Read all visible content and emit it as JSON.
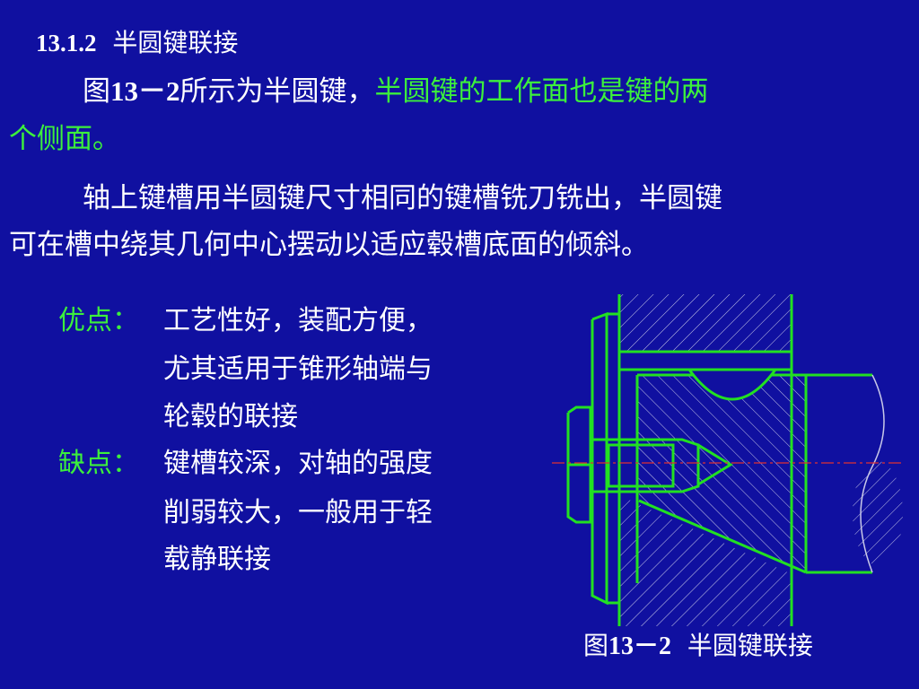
{
  "heading": {
    "number": "13.1.2",
    "title": "半圆键联接"
  },
  "para1": {
    "line1_prefix": "图",
    "line1_fig": "13－2",
    "line1_plain": "所示为半圆键，",
    "line1_green": "半圆键的工作面也是键的两",
    "line2_green": "个侧面。"
  },
  "para2": {
    "line1": "轴上键槽用半圆键尺寸相同的键槽铣刀铣出，半圆键",
    "line2": "可在槽中绕其几何中心摆动以适应毂槽底面的倾斜。"
  },
  "advantages": {
    "label": "优点：",
    "lines": [
      "工艺性好，装配方便，",
      "尤其适用于锥形轴端与",
      "轮毂的联接"
    ]
  },
  "disadvantages": {
    "label": "缺点：",
    "lines": [
      "键槽较深，对轴的强度",
      "削弱较大，一般用于轻",
      "载静联接"
    ]
  },
  "figure": {
    "caption_prefix": "图",
    "caption_num": "13－2",
    "caption_title": "半圆键联接"
  },
  "colors": {
    "background": "#1010a0",
    "text": "#ffffff",
    "highlight": "#3cf03c",
    "drawing_line": "#22e022",
    "hatch": "#c8c8e8",
    "center_line": "#e03030"
  }
}
